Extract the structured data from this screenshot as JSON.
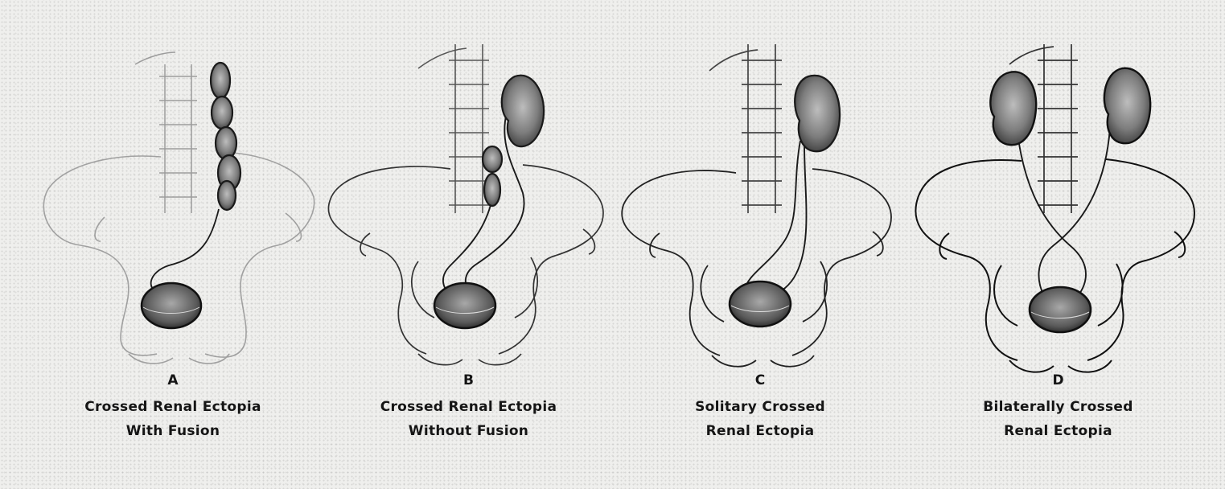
{
  "panels": [
    {
      "letter": "A",
      "caption_line1": "Crossed Renal Ectopia",
      "caption_line2": "With Fusion"
    },
    {
      "letter": "B",
      "caption_line1": "Crossed Renal Ectopia",
      "caption_line2": "Without Fusion"
    },
    {
      "letter": "C",
      "caption_line1": "Solitary Crossed",
      "caption_line2": "Renal Ectopia"
    },
    {
      "letter": "D",
      "caption_line1": "Bilaterally Crossed",
      "caption_line2": "Renal Ectopia"
    }
  ],
  "colors": {
    "ink": "#1a1a1a",
    "paper": "#efefed",
    "organ": "#7a7a7a"
  }
}
